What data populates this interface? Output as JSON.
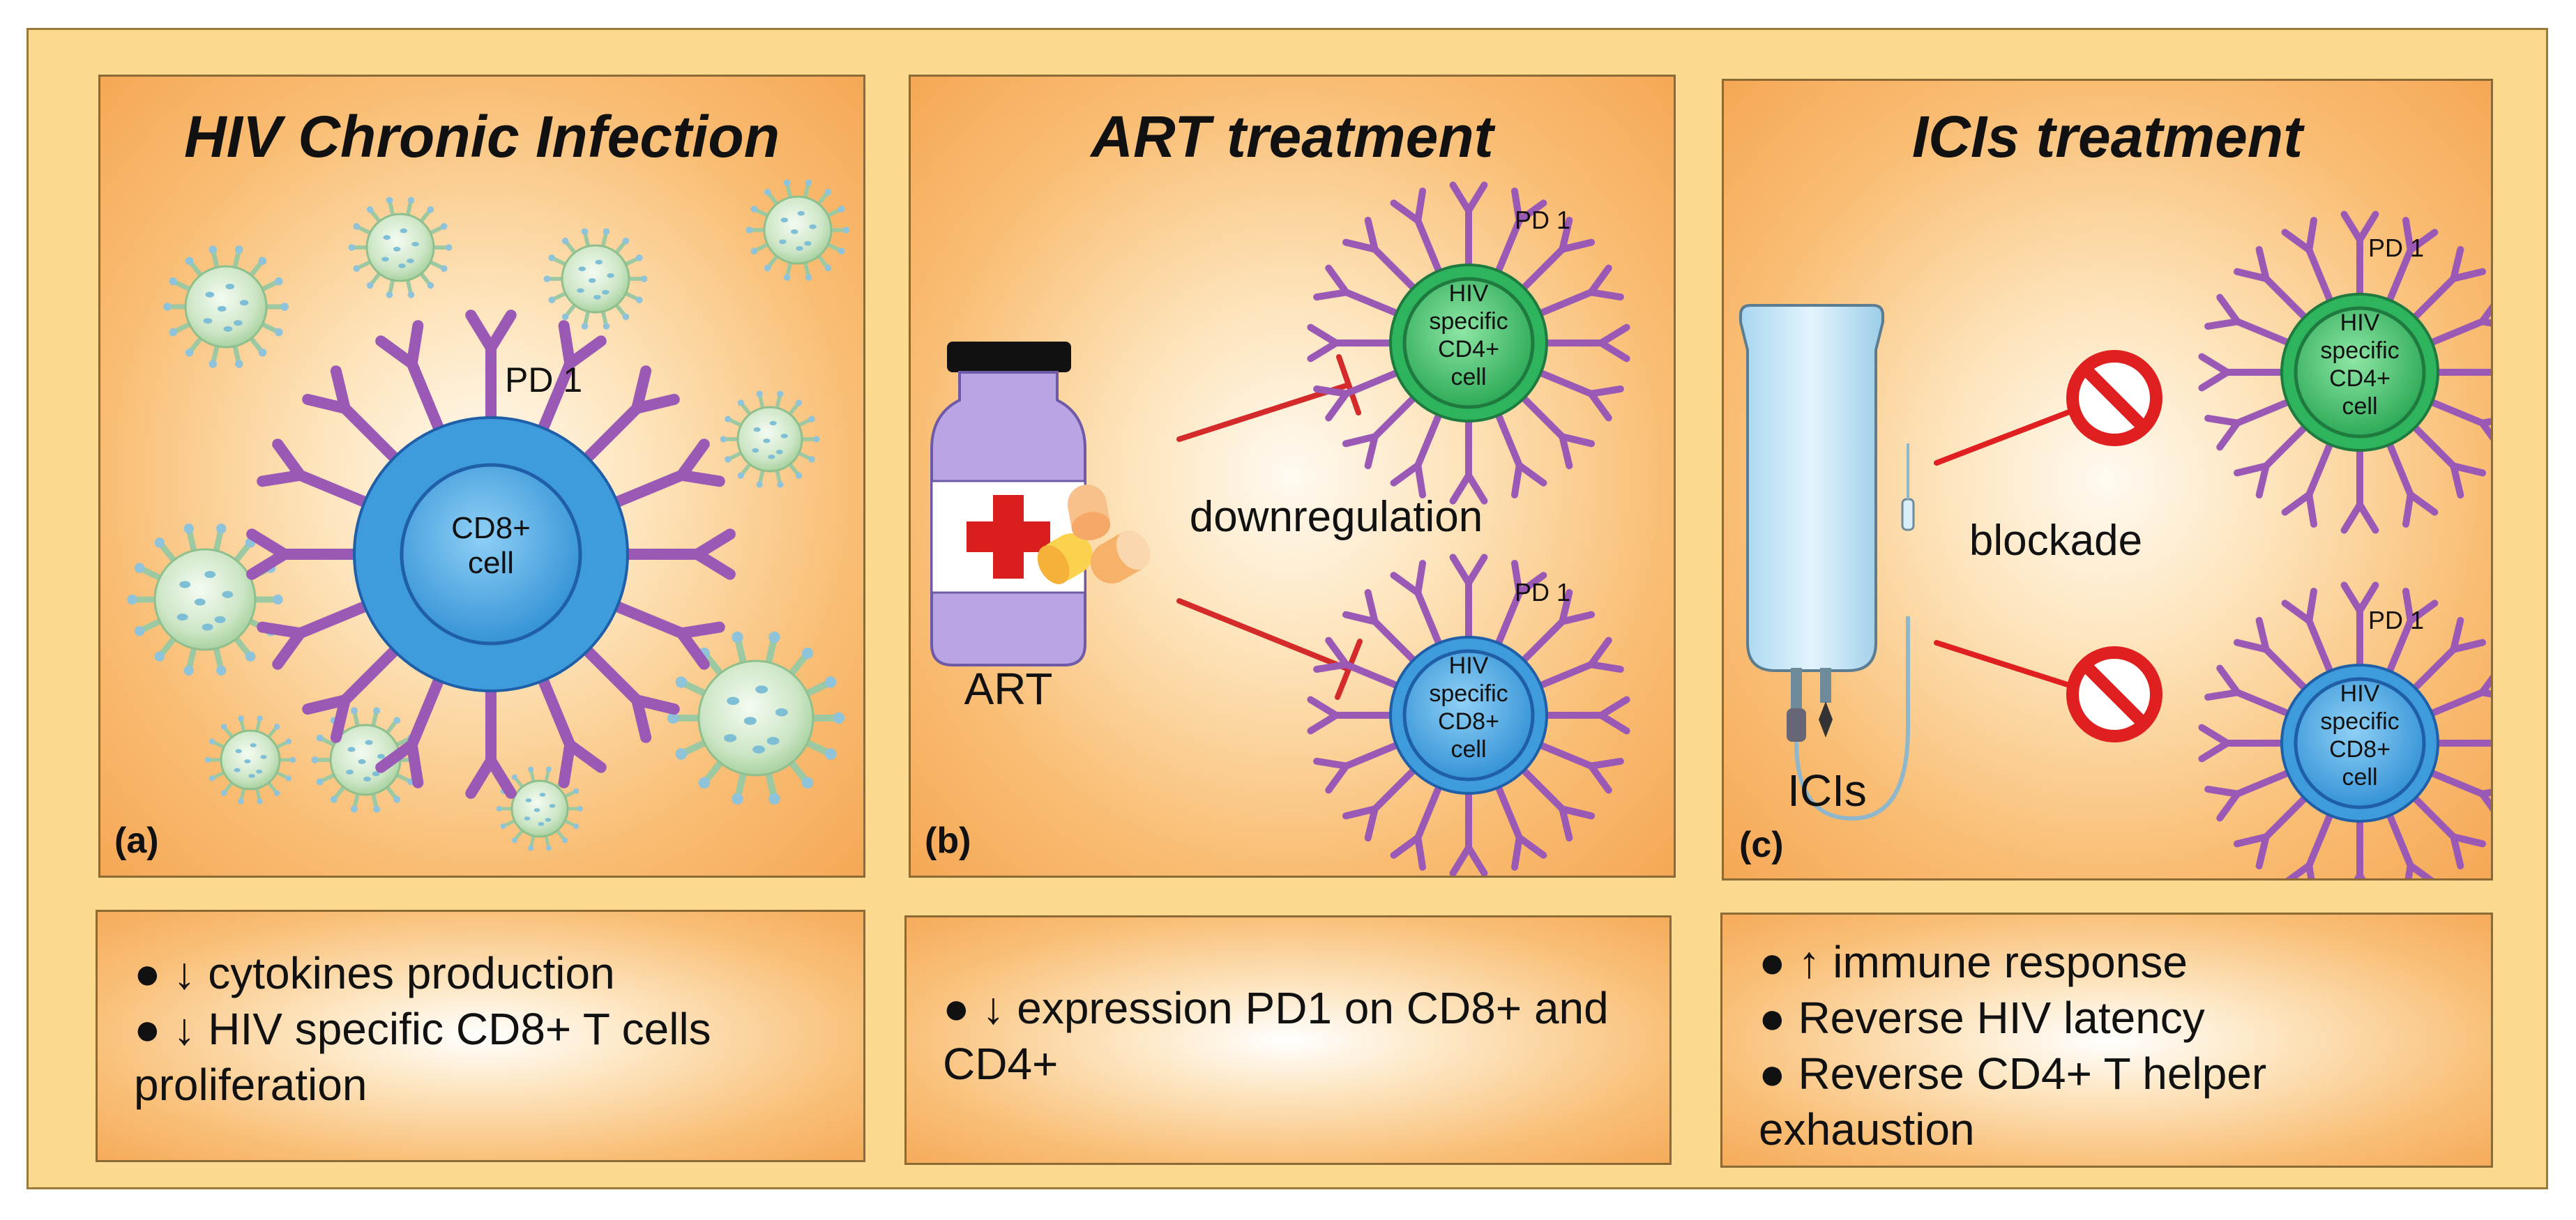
{
  "panels": [
    {
      "id": "a",
      "title": "HIV Chronic Infection",
      "label": "(a)",
      "cell": {
        "line1": "CD8+",
        "line2": "cell"
      },
      "receptor": "PD 1"
    },
    {
      "id": "b",
      "title": "ART treatment",
      "label": "(b)",
      "drug": "ART",
      "action": "downregulation",
      "cell_top": {
        "line1": "HIV",
        "line2": "specific",
        "line3": "CD4+",
        "line4": "cell"
      },
      "cell_bottom": {
        "line1": "HIV",
        "line2": "specific",
        "line3": "CD8+",
        "line4": "cell"
      },
      "receptor": "PD 1"
    },
    {
      "id": "c",
      "title": "ICIs treatment",
      "label": "(c)",
      "drug": "ICIs",
      "action": "blockade",
      "cell_top": {
        "line1": "HIV",
        "line2": "specific",
        "line3": "CD4+",
        "line4": "cell"
      },
      "cell_bottom": {
        "line1": "HIV",
        "line2": "specific",
        "line3": "CD8+",
        "line4": "cell"
      },
      "receptor": "PD 1"
    }
  ],
  "summaries": [
    {
      "items": [
        "● ↓ cytokines production",
        "● ↓ HIV specific CD8+ T cells proliferation"
      ]
    },
    {
      "items": [
        "● ↓ expression PD1 on CD8+ and CD4+"
      ]
    },
    {
      "items": [
        "● ↑ immune response",
        "● Reverse HIV latency",
        "● Reverse CD4+ T helper exhaustion"
      ]
    }
  ],
  "colors": {
    "cd8_cell": "#4aa3e0",
    "cd4_cell": "#3fbf6b",
    "receptor": "#9b59b6",
    "virus": "#cfe8c9",
    "inhibition_arrow": "#d42a2a",
    "blockade_sign": "#e02020"
  }
}
